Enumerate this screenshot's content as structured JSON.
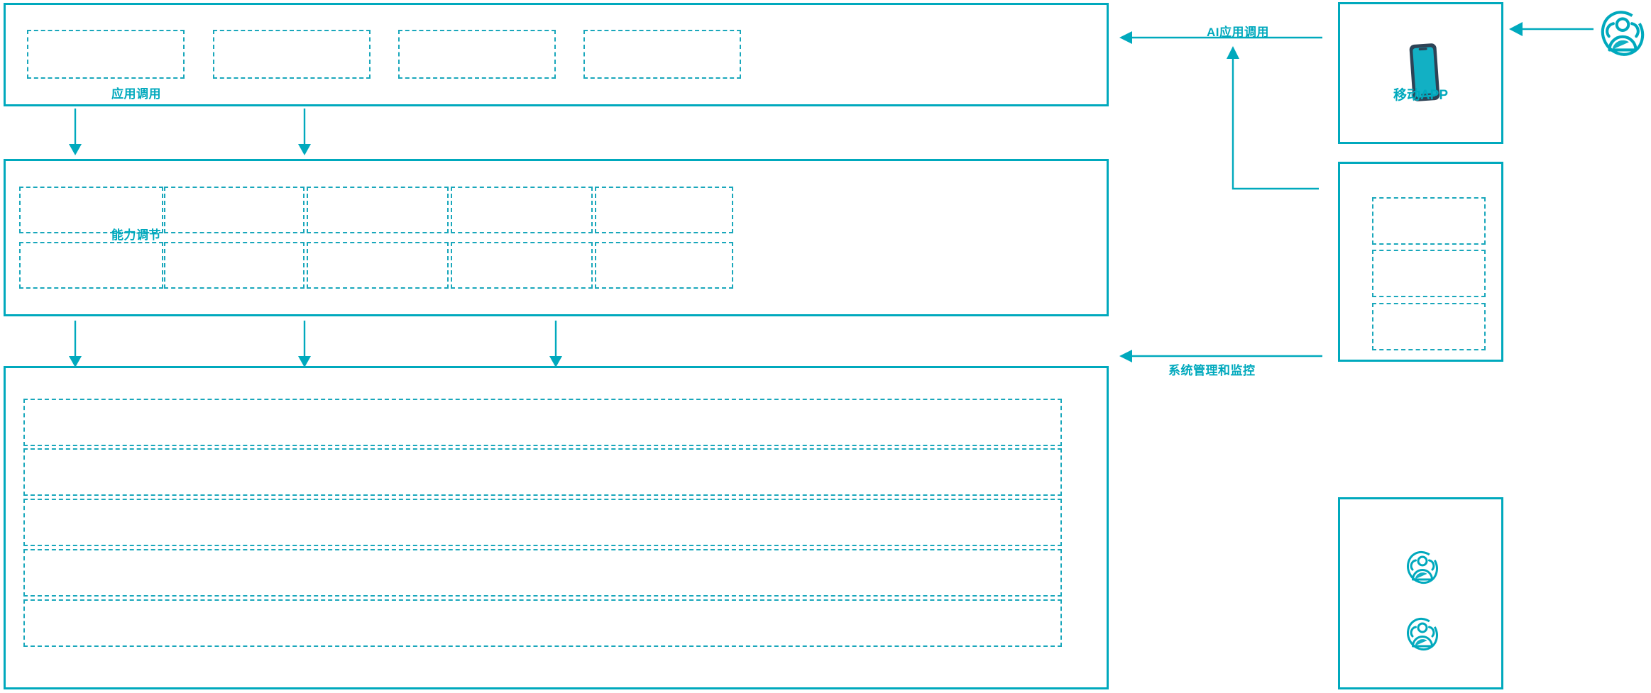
{
  "theme": {
    "accent": "#00a9bd",
    "dash": "#19a7bb",
    "phone_frame": "#2d4356",
    "phone_screen": "#12b0c4",
    "background": "#ffffff"
  },
  "diagram": {
    "layers": [
      {
        "name": "application-layer",
        "boxes": [
          {
            "label": ""
          },
          {
            "label": ""
          },
          {
            "label": ""
          },
          {
            "label": ""
          }
        ]
      },
      {
        "name": "capability-layer",
        "boxes": [
          {
            "label": ""
          },
          {
            "label": ""
          },
          {
            "label": ""
          },
          {
            "label": ""
          },
          {
            "label": ""
          },
          {
            "label": ""
          },
          {
            "label": ""
          },
          {
            "label": ""
          },
          {
            "label": ""
          },
          {
            "label": ""
          }
        ]
      },
      {
        "name": "platform-layer",
        "boxes": [
          {
            "label": ""
          },
          {
            "label": ""
          },
          {
            "label": ""
          },
          {
            "label": ""
          },
          {
            "label": ""
          }
        ]
      }
    ],
    "flows": [
      {
        "id": "app-invoke",
        "label": "应用调用",
        "direction": "down"
      },
      {
        "id": "capability-tune",
        "label": "能力调节",
        "direction": "down"
      },
      {
        "id": "ai-app-invoke",
        "label": "AI应用调用",
        "direction": "left"
      },
      {
        "id": "sys-monitor",
        "label": "系统管理和监控",
        "direction": "left"
      }
    ],
    "side_cards": [
      {
        "id": "mobile-app-card",
        "label": "移动APP",
        "icon": "mobile-phone-icon"
      },
      {
        "id": "terminal-card",
        "label": "",
        "boxes": [
          {
            "label": ""
          },
          {
            "label": ""
          },
          {
            "label": ""
          }
        ]
      },
      {
        "id": "operations-card",
        "label": "",
        "icons": [
          "users-group-icon",
          "users-group-icon"
        ]
      }
    ],
    "actors": [
      {
        "id": "end-user-actor",
        "icon": "users-group-icon",
        "label": ""
      }
    ]
  }
}
